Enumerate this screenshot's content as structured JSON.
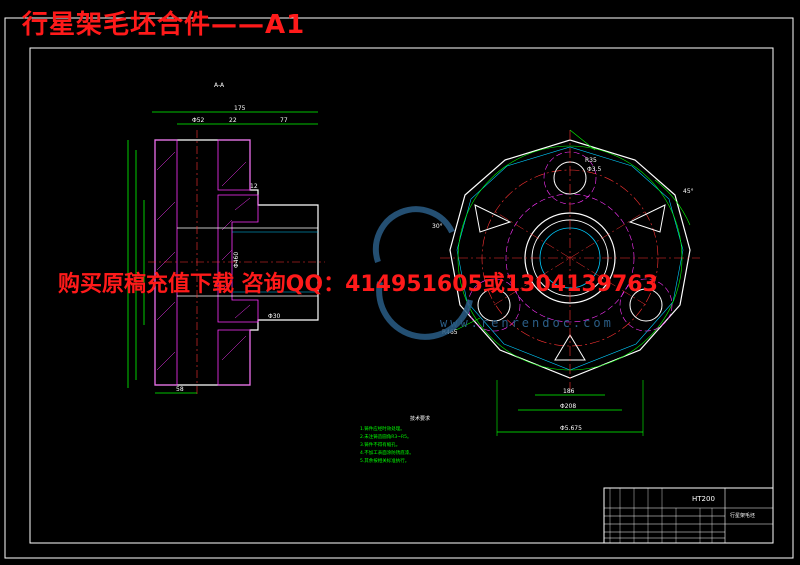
{
  "header": {
    "title": "行星架毛坯合件——A1"
  },
  "watermark": {
    "contact": "购买原稿充值下载 咨询QQ：414951605或1304139763",
    "site": "www.renrendoc.com"
  },
  "section_view": {
    "label": "A-A",
    "dims": {
      "d1": "Φ52",
      "d2": "175",
      "d3": "22",
      "d4": "77",
      "d5": "12",
      "d6": "Φ460",
      "d7": "58",
      "d8": "Φ30"
    }
  },
  "front_view": {
    "dims": {
      "d1": "R35",
      "d2": "45°",
      "d3": "R465",
      "d4": "30°",
      "d5": "Φ3.5",
      "d6": "186",
      "d7": "Φ208",
      "d8": "Φ5.675"
    }
  },
  "notes": {
    "heading": "技术要求",
    "lines": [
      "1.铸件应经时效处理。",
      "2.未注铸造圆角R3~R5。",
      "3.铸件不得有缩孔。",
      "4.不加工表面涂防锈底漆。",
      "5.其余按相关标准执行。"
    ]
  },
  "title_block": {
    "material": "HT200",
    "part_name": "行星架毛坯"
  }
}
